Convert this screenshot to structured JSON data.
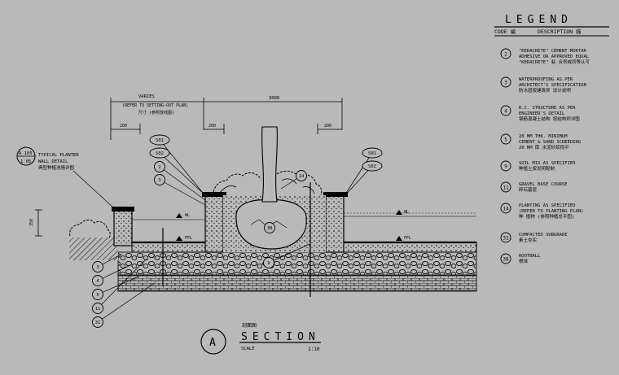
{
  "legend": {
    "title": "LEGEND",
    "code_header": "CODE 编",
    "desc_header": "DESCRIPTION 描",
    "items": [
      {
        "code": "2",
        "lines": [
          "\"KERACRETE\" CEMENT-MORTAR",
          "ADHESIVE OR APPROVED EQUAL",
          "\"KERACRETE\" 粘  合剂或同等认可"
        ]
      },
      {
        "code": "3",
        "lines": [
          "WATERPROOFING AS PER",
          "ARCHITECT'S SPECIFICATION",
          "防水层按建筑师   设计说明"
        ]
      },
      {
        "code": "4",
        "lines": [
          "R.C. STRUCTURE AS PER",
          "ENGINEER'S DETAIL",
          "钢筋混凝土结构   按结构师详图"
        ]
      },
      {
        "code": "5",
        "lines": [
          "20 MM THK. MINIMUM",
          "CEMENT & SAND SCREEDING",
          "20 MM  厚  水泥砂浆找平"
        ]
      },
      {
        "code": "9",
        "lines": [
          "SOIL MIX AS SPECIFIED",
          "种植土按说明配制"
        ]
      },
      {
        "code": "11",
        "lines": [
          "GRAVEL BASE COURSE",
          "碎石基层"
        ]
      },
      {
        "code": "14",
        "lines": [
          "PLANTING AS SPECIFIED",
          "(REFER TO PLANTING PLAN)",
          "种  植物    (参照种植总平图)"
        ]
      },
      {
        "code": "31",
        "lines": [
          "COMPACTED SUBGRADE",
          "素土夯实"
        ]
      },
      {
        "code": "38",
        "lines": [
          "ROOTBALL",
          "根球"
        ]
      }
    ]
  },
  "drawing": {
    "dim_varies": "VARIES",
    "dim_varies_note": "(REFER TO SETTING-OUT PLAN)",
    "dim_varies_cn": "尺寸  (参照放线图)",
    "dim_200": "200",
    "dim_total": "3000",
    "dim_left_height": "350",
    "plate_detail_ref": "A  105",
    "plate_sheet_ref": "1.05",
    "plate_note": [
      "TYPICAL PLANTER",
      "WALL DETAIL",
      "典型种植池墙详图"
    ],
    "level_wl": "WL",
    "level_ffl": "FFL",
    "material_tags": [
      "S01",
      "S02"
    ],
    "right_tags": [
      "S01",
      "S02"
    ],
    "callouts_left_top": [
      "2",
      "3"
    ],
    "callouts_left_bottom": [
      "3",
      "4",
      "5",
      "11",
      "31"
    ],
    "callout_planting": "14",
    "callout_rootball": "38",
    "callout_soil": "9"
  },
  "title_block": {
    "marker": "A",
    "cn_title": "剖面图",
    "title": "SECTION",
    "scale_label": "SCALE",
    "scale_value": "1:10"
  }
}
